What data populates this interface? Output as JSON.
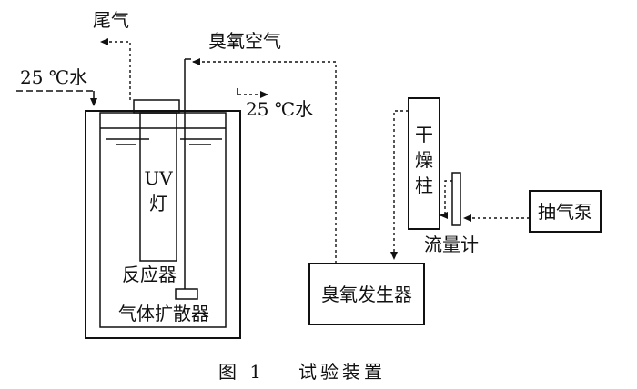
{
  "labels": {
    "tail_gas": "尾气",
    "water_in": "25 ℃水",
    "water_out": "25 ℃水",
    "ozone_air": "臭氧空气",
    "uv_lamp_line1": "UV",
    "uv_lamp_line2": "灯",
    "reactor": "反应器",
    "diffuser": "气体扩散器",
    "ozone_generator": "臭氧发生器",
    "drying_column_1": "干",
    "drying_column_2": "燥",
    "drying_column_3": "柱",
    "flowmeter": "流量计",
    "air_pump": "抽气泵"
  },
  "caption": {
    "figure_number": "图 1",
    "title": "试验装置"
  }
}
